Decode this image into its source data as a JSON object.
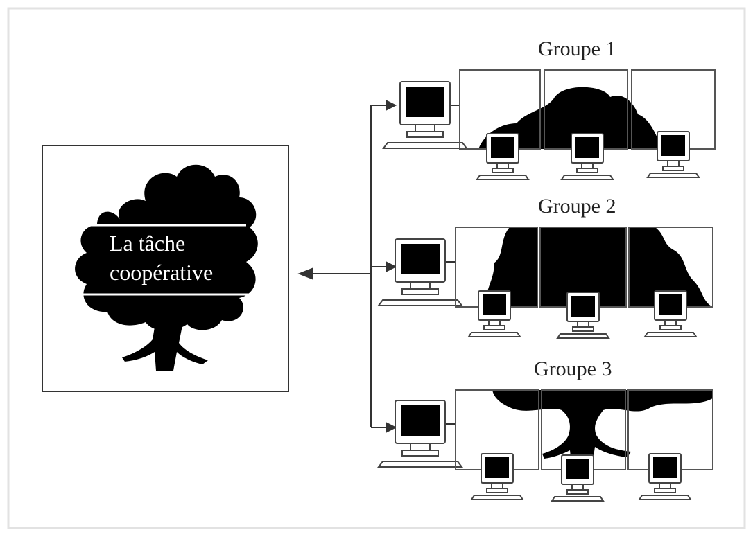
{
  "diagram": {
    "task": {
      "label_line1": "La tâche",
      "label_line2": "coopérative"
    },
    "groups": [
      {
        "title": "Groupe 1"
      },
      {
        "title": "Groupe 2"
      },
      {
        "title": "Groupe 3"
      }
    ],
    "colors": {
      "ink": "#000000",
      "frame": "#555555",
      "background": "#ffffff"
    }
  }
}
